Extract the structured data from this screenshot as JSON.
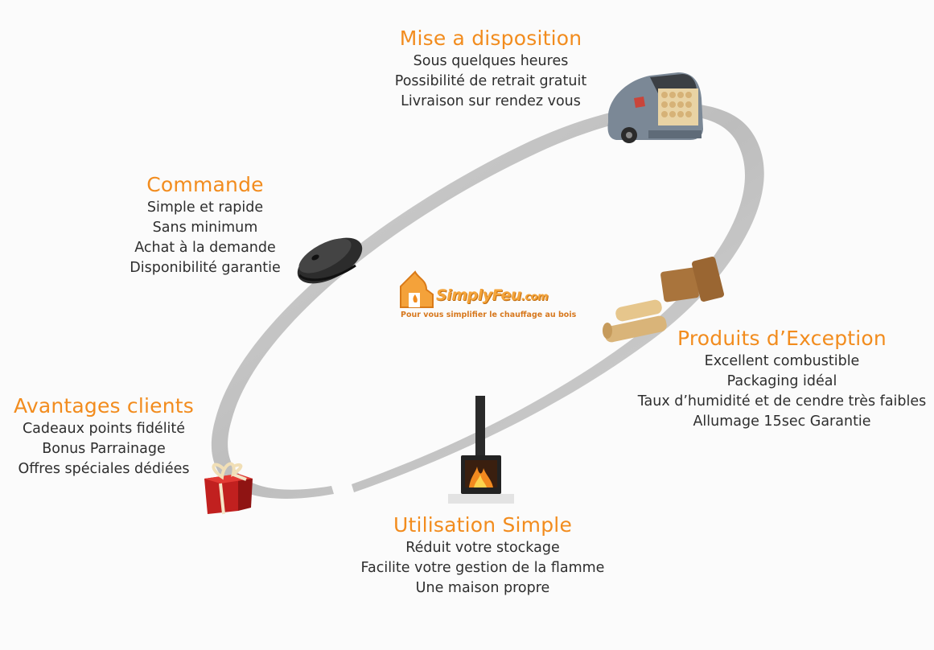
{
  "center_logo": {
    "brand": "SimplyFeu",
    "tld": ".com",
    "tagline": "Pour vous simplifier le chauffage au bois"
  },
  "steps": {
    "mise": {
      "title": "Mise a disposition",
      "lines": [
        "Sous quelques heures",
        "Possibilité de retrait gratuit",
        "Livraison sur rendez vous"
      ],
      "icon": "car-trunk-icon"
    },
    "commande": {
      "title": "Commande",
      "lines": [
        "Simple et rapide",
        "Sans minimum",
        "Achat à la demande",
        "Disponibilité garantie"
      ],
      "icon": "computer-mouse-icon"
    },
    "produits": {
      "title": "Produits d’Exception",
      "lines": [
        "Excellent combustible",
        "Packaging idéal",
        "Taux d’humidité et de cendre très faibles",
        "Allumage 15sec Garantie"
      ],
      "icon": "wood-briquettes-icon"
    },
    "utilisation": {
      "title": "Utilisation Simple",
      "lines": [
        "Réduit votre stockage",
        "Facilite votre gestion de la flamme",
        "Une maison propre"
      ],
      "icon": "wood-stove-icon"
    },
    "avantages": {
      "title": "Avantages clients",
      "lines": [
        "Cadeaux points fidélité",
        "Bonus Parrainage",
        "Offres spéciales dédiées"
      ],
      "icon": "gift-box-icon"
    }
  },
  "colors": {
    "title": "#f28c1e",
    "ring": "#c9c9c9",
    "text": "#2e2e2e"
  }
}
